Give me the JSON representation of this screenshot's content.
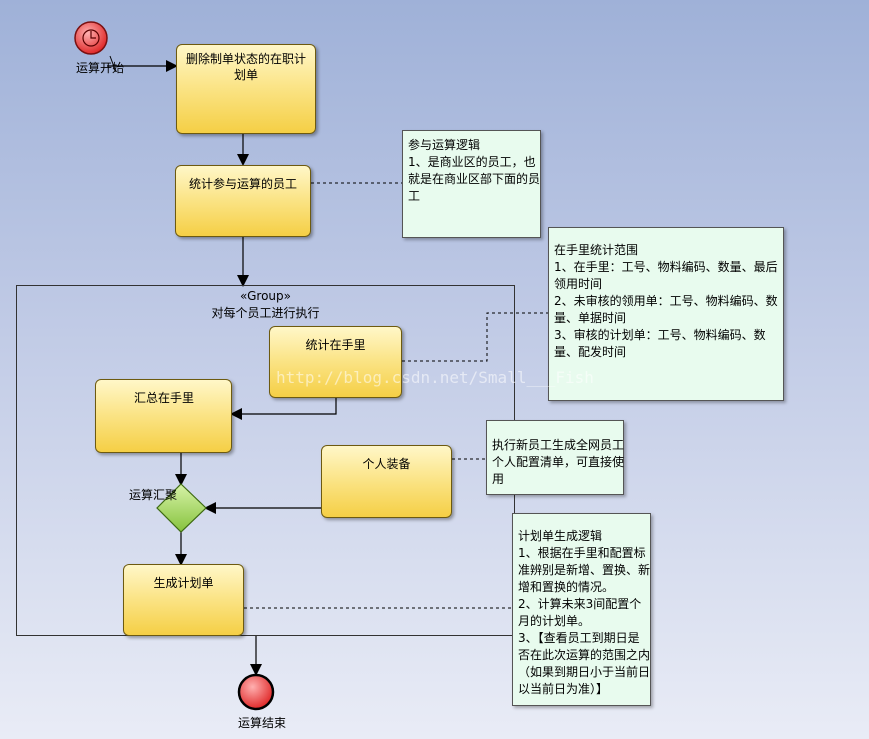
{
  "diagram": {
    "start_label": "运算开始",
    "end_label": "运算结束",
    "group": {
      "stereotype": "«Group»",
      "name": "对每个员工进行执行"
    },
    "activities": {
      "delete_plans": "删除制单状态的在职计划单",
      "count_employees": "统计参与运算的员工",
      "stat_on_hand": "统计在手里",
      "sum_on_hand": "汇总在手里",
      "personal_equipment": "个人装备",
      "generate_plan": "生成计划单"
    },
    "decision_label": "运算汇聚",
    "notes": {
      "employee_logic": [
        "参与运算逻辑",
        "1、是商业区的员工，也",
        "就是在商业区部下面的员",
        "工"
      ],
      "on_hand_scope": [
        "在手里统计范围",
        "1、在手里：工号、物料编码、数量、最后",
        "领用时间",
        "2、未审核的领用单：工号、物料编码、数",
        "量、单据时间",
        "3、审核的计划单：工号、物料编码、数",
        "量、配发时间"
      ],
      "new_employee": [
        "执行新员工生成全网员工",
        "个人配置清单，可直接使",
        "用"
      ],
      "plan_logic": [
        "计划单生成逻辑",
        "1、根据在手里和配置标",
        "准辨别是新增、置换、新",
        "增和置换的情况。",
        "2、计算未来3间配置个",
        "月的计划单。",
        "3、【查看员工到期日是",
        "否在此次运算的范围之内",
        "（如果到期日小于当前日",
        "以当前日为准）】"
      ]
    },
    "watermark": "http://blog.csdn.net/Small___Fish",
    "colors": {
      "activity_fill": "#f5cf45",
      "note_fill": "#e8fbee",
      "start_fill": "#e84545",
      "end_fill": "#e84545",
      "decision_fill": "#9fd45a"
    }
  }
}
